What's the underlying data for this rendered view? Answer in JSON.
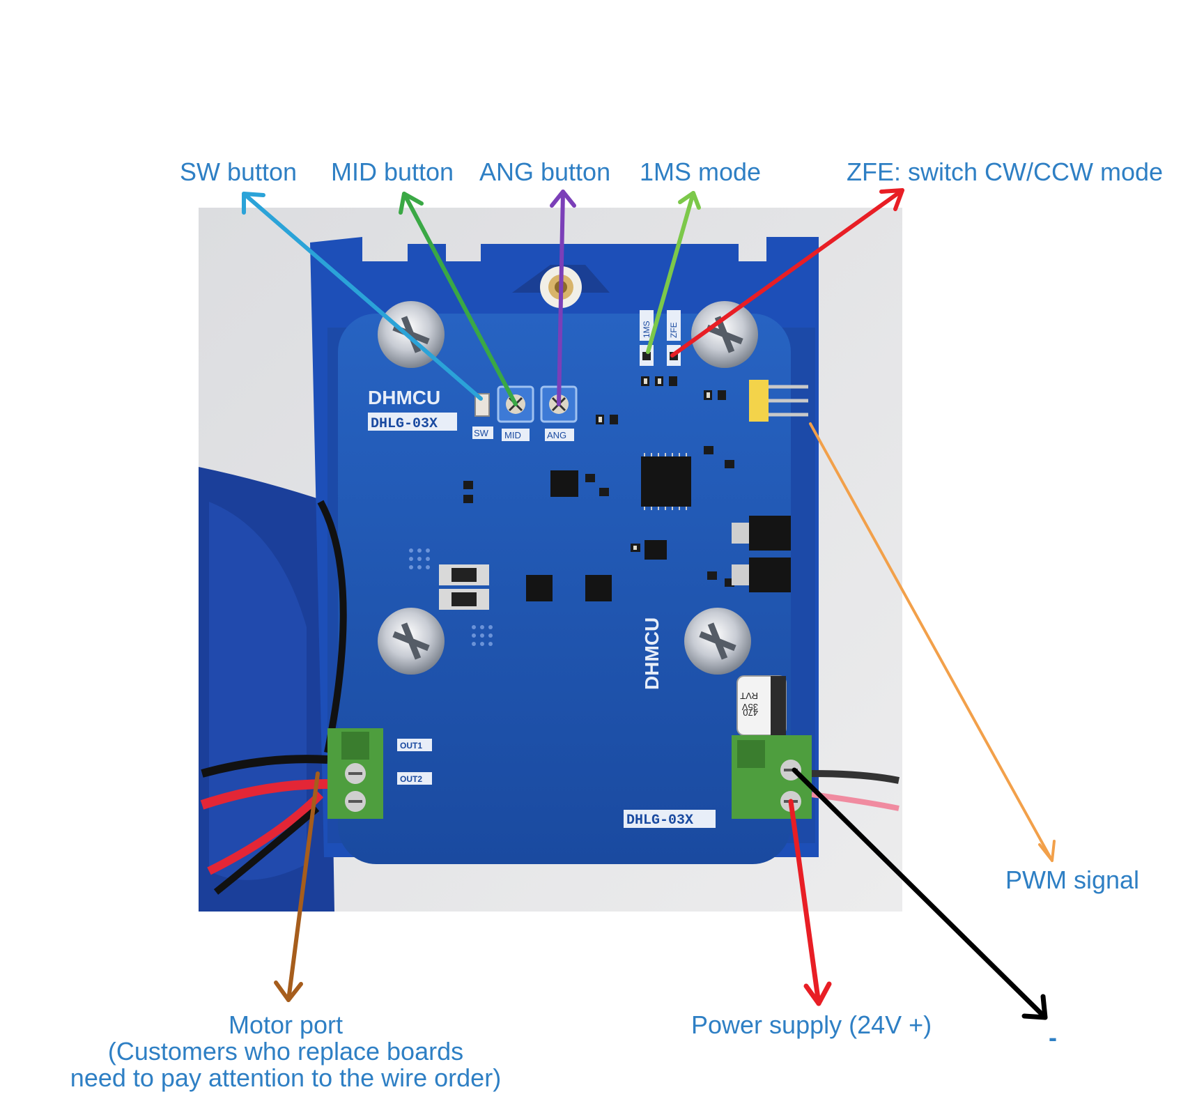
{
  "labels": {
    "sw_button": "SW button",
    "mid_button": "MID button",
    "ang_button": "ANG button",
    "ms_mode": "1MS mode",
    "zfe": "ZFE: switch CW/CCW mode",
    "pwm_signal": "PWM signal",
    "motor_port_title": "Motor port",
    "motor_port_note_1": "(Customers who replace boards",
    "motor_port_note_2": "need to pay attention to the wire order)",
    "power_supply": "Power supply (24V +)",
    "negative": "-"
  },
  "board_text": {
    "brand": "DHMCU",
    "model": "DHLG-03X",
    "model_bottom": "DHLG-03X",
    "sw": "SW",
    "mid": "MID",
    "ang": "ANG",
    "ms": "1MS",
    "zfe": "ZFE",
    "out1": "OUT1",
    "out2": "OUT2",
    "brand_vertical": "DHMCU",
    "cap_value": "470",
    "cap_voltage": "35V",
    "cap_series": "RVT"
  },
  "colors": {
    "label_text": "#2e7fc4",
    "arrow_sw": "#2ba3d8",
    "arrow_mid": "#3aa845",
    "arrow_ang": "#7b3fb8",
    "arrow_1ms": "#7cc84a",
    "arrow_zfe": "#e81e25",
    "arrow_pwm": "#f2a04a",
    "arrow_motor": "#a65d1c",
    "arrow_power": "#e81e25",
    "arrow_negative": "#000000",
    "pcb": "#1f57b0",
    "housing": "#1d4fb8",
    "terminal": "#4e9e3e"
  }
}
